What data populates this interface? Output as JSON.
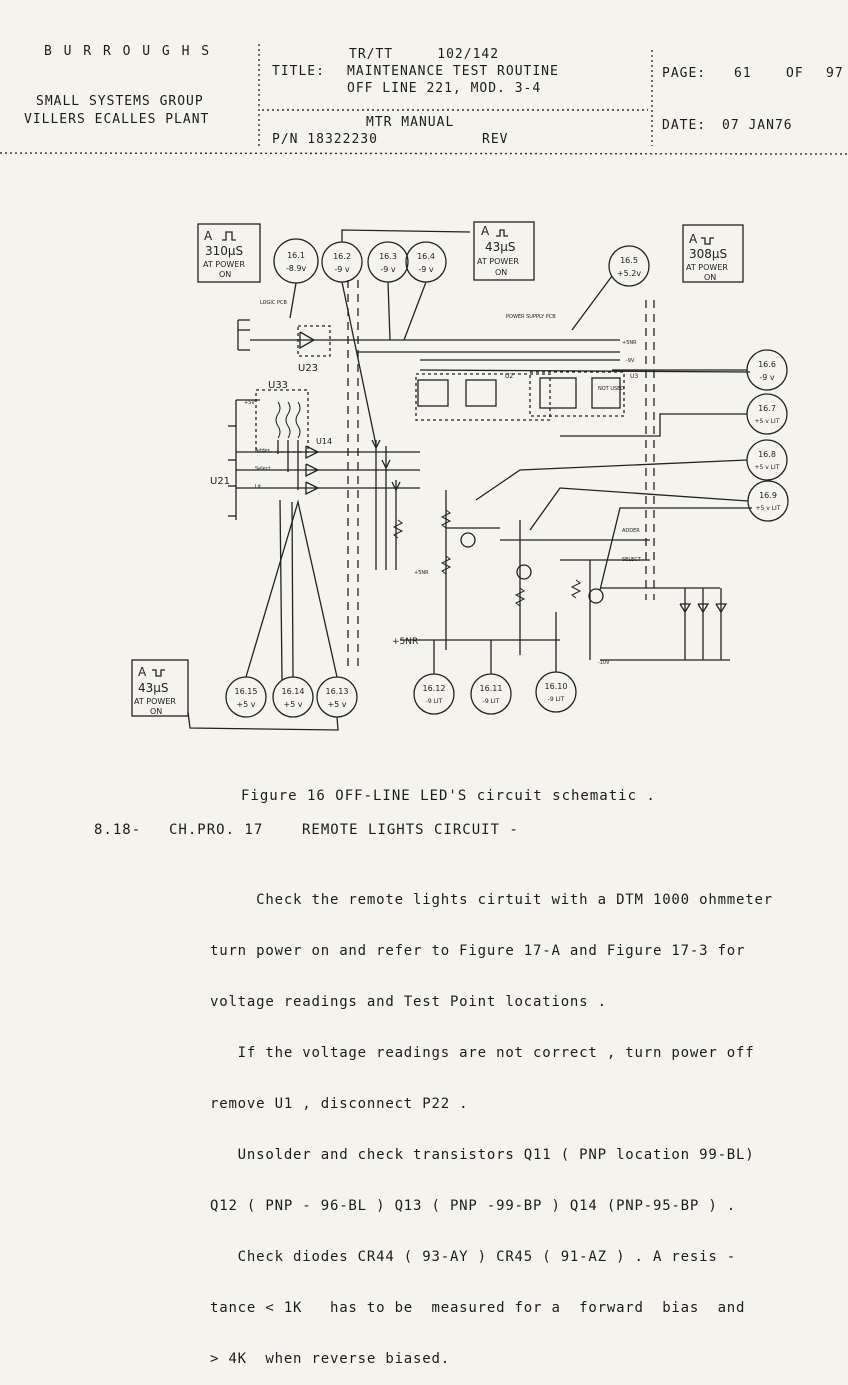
{
  "header": {
    "company": "B U R R O U G H S",
    "group": "SMALL SYSTEMS GROUP",
    "plant": "VILLERS ECALLES PLANT",
    "doc_code": "TR/TT     102/142",
    "title_label": "TITLE:",
    "title_line1": "MAINTENANCE TEST ROUTINE",
    "title_line2": "OFF LINE 221, MOD. 3-4",
    "manual": "MTR MANUAL",
    "part_number": "P/N 18322230",
    "rev_label": "REV",
    "page_label": "PAGE:",
    "page_number": "61",
    "of_label": "OF",
    "page_total": "97",
    "date_label": "DATE:",
    "date_value": "07 JAN76"
  },
  "schematic": {
    "pulse_boxes": [
      {
        "id": "pb1",
        "line1": "A",
        "line2": "310µS",
        "line3": "AT POWER",
        "line4": "ON"
      },
      {
        "id": "pb2",
        "line1": "A",
        "line2": "43µS",
        "line3": "AT POWER",
        "line4": "ON"
      },
      {
        "id": "pb3",
        "line1": "A",
        "line2": "308µS",
        "line3": "AT POWER",
        "line4": "ON"
      },
      {
        "id": "pb4",
        "line1": "A",
        "line2": "43µS",
        "line3": "AT POWER",
        "line4": "ON"
      }
    ],
    "test_points": [
      {
        "id": "16.1",
        "value": "-8.9v"
      },
      {
        "id": "16.2",
        "value": "-9 v"
      },
      {
        "id": "16.3",
        "value": "-9 v"
      },
      {
        "id": "16.4",
        "value": "-9 v"
      },
      {
        "id": "16.5",
        "value": "+5.2v"
      },
      {
        "id": "16.6",
        "value": "-9 v"
      },
      {
        "id": "16.7",
        "value": "+5 v LIT"
      },
      {
        "id": "16.8",
        "value": "+5 v LIT"
      },
      {
        "id": "16.9",
        "value": "+5 v LIT"
      },
      {
        "id": "16.10",
        "value": "-9 LIT"
      },
      {
        "id": "16.11",
        "value": "-9 LIT"
      },
      {
        "id": "16.12",
        "value": "-9 LIT"
      },
      {
        "id": "16.13",
        "value": "+5 v"
      },
      {
        "id": "16.14",
        "value": "+5 v"
      },
      {
        "id": "16.15",
        "value": "+5 v"
      }
    ],
    "labels": {
      "u23": "U23",
      "u33": "U33",
      "u14": "U14",
      "u21": "U21",
      "u2": "U2",
      "u3": "U3",
      "logic_pcb": "LOGIC PCB",
      "power_supply_pcb": "POWER SUPPLY PCB",
      "plus_5nr": "+5NR",
      "plus_5nr_2": "+5NR",
      "adder": "ADDER",
      "select": "SELECT",
      "not_used": "NOT USED",
      "minus_9v": "-9V",
      "plus_5nr_small": "+5NR",
      "minus_10v": "-10V",
      "v47": "+5V",
      "pin_adder": "Adder",
      "pin_select": "Select",
      "pin_lit": "Lit"
    }
  },
  "figure_caption": "Figure 16 OFF-LINE LED'S circuit schematic .",
  "section": {
    "number": "8.18-",
    "code": "CH.PRO. 17",
    "title": "REMOTE LIGHTS CIRCUIT -"
  },
  "paragraph_lines": [
    "     Check the remote lights cirtuit with a DTM 1000 ohmmeter",
    "turn power on and refer to Figure 17-A and Figure 17-3 for",
    "voltage readings and Test Point locations .",
    "   If the voltage readings are not correct , turn power off",
    "remove U1 , disconnect P22 .",
    "   Unsolder and check transistors Q11 ( PNP location 99-BL)",
    "Q12 ( PNP - 96-BL ) Q13 ( PNP -99-BP ) Q14 (PNP-95-BP ) .",
    "   Check diodes CR44 ( 93-AY ) CR45 ( 91-AZ ) . A resis -",
    "tance < 1K   has to be  measured for a  forward  bias  and",
    "> 4K  when reverse biased."
  ]
}
